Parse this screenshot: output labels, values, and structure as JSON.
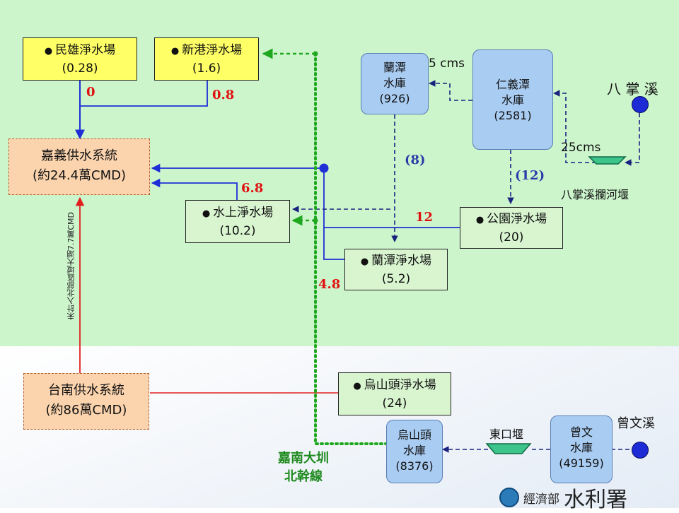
{
  "plants": {
    "minxiong": {
      "name": "民雄淨水場",
      "value": "(0.28)"
    },
    "xingang": {
      "name": "新港淨水場",
      "value": "(1.6)"
    },
    "shuishang": {
      "name": "水上淨水場",
      "value": "(10.2)"
    },
    "lantan": {
      "name": "蘭潭淨水場",
      "value": "(5.2)"
    },
    "gongyuan": {
      "name": "公園淨水場",
      "value": "(20)"
    },
    "wushantou": {
      "name": "烏山頭淨水場",
      "value": "(24)"
    }
  },
  "systems": {
    "chiayi": {
      "name": "嘉義供水系統",
      "value": "(約24.4萬CMD)"
    },
    "tainan": {
      "name": "台南供水系統",
      "value": "(約86萬CMD)"
    }
  },
  "reservoirs": {
    "lantan": {
      "line1": "蘭潭",
      "line2": "水庫",
      "value": "(926)"
    },
    "renyitan": {
      "line1": "仁義潭",
      "line2": "水庫",
      "value": "(2581)"
    },
    "wushantou": {
      "line1": "烏山頭",
      "line2": "水庫",
      "value": "(8376)"
    },
    "zengwen": {
      "line1": "曾文",
      "line2": "水庫",
      "value": "(49159)"
    }
  },
  "rivers": {
    "bazhang": "八 掌 溪",
    "zengwen": "曾文溪",
    "bazhang_weir": "八掌溪攔河堰",
    "dongkou_weir": "東口堰"
  },
  "flows": {
    "minxiong_out": "0",
    "xingang_out": "0.8",
    "shuishang_out": "6.8",
    "gongyuan_out": "12",
    "lantan_to_plant": "(8)",
    "renyi_to_gongyuan": "(12)",
    "canal_to_shuishang": "4.8",
    "renyi_to_lantan": "5 cms",
    "bazhang_intake": "25cms"
  },
  "canal": {
    "line1": "嘉南大圳",
    "line2": "北幹線"
  },
  "note_vertical": "未計入北部區域大湖7.7萬CMD",
  "logo": {
    "small": "經濟部",
    "big": "水利署"
  },
  "colors": {
    "blue_line": "#1f2fd6",
    "red_line": "#e02020",
    "green_dots": "#1fa81f",
    "navy_dash": "#1a237e"
  }
}
